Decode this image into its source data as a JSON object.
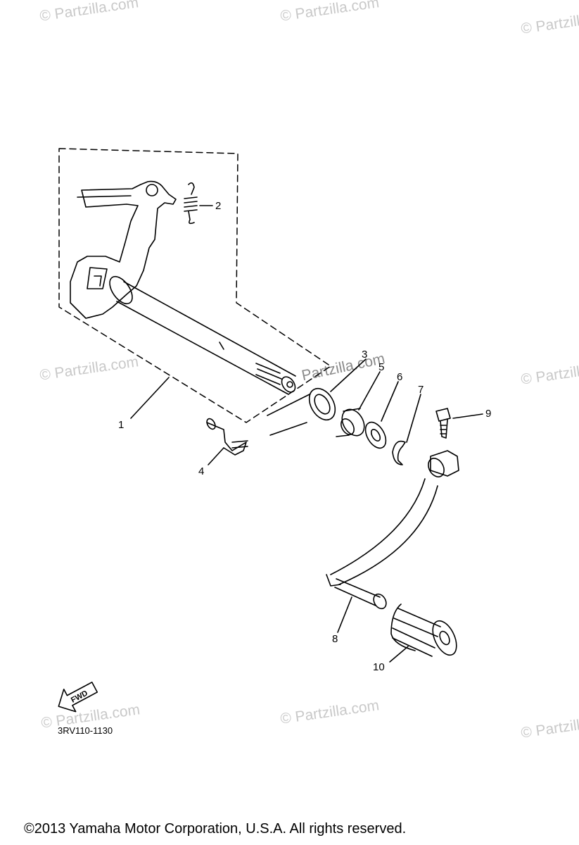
{
  "watermark": {
    "text": "© Partzilla.com",
    "inline_text": "Partzilla.com"
  },
  "callouts": [
    "1",
    "2",
    "3",
    "5",
    "6",
    "7",
    "9",
    "4",
    "8",
    "10"
  ],
  "fwd_label": "FWD",
  "diagram_code": "3RV110-1130",
  "copyright": "©2013  Yamaha Motor Corporation, U.S.A. All rights reserved.",
  "icons": {
    "fwd_arrow": "fwd-arrow-icon"
  }
}
